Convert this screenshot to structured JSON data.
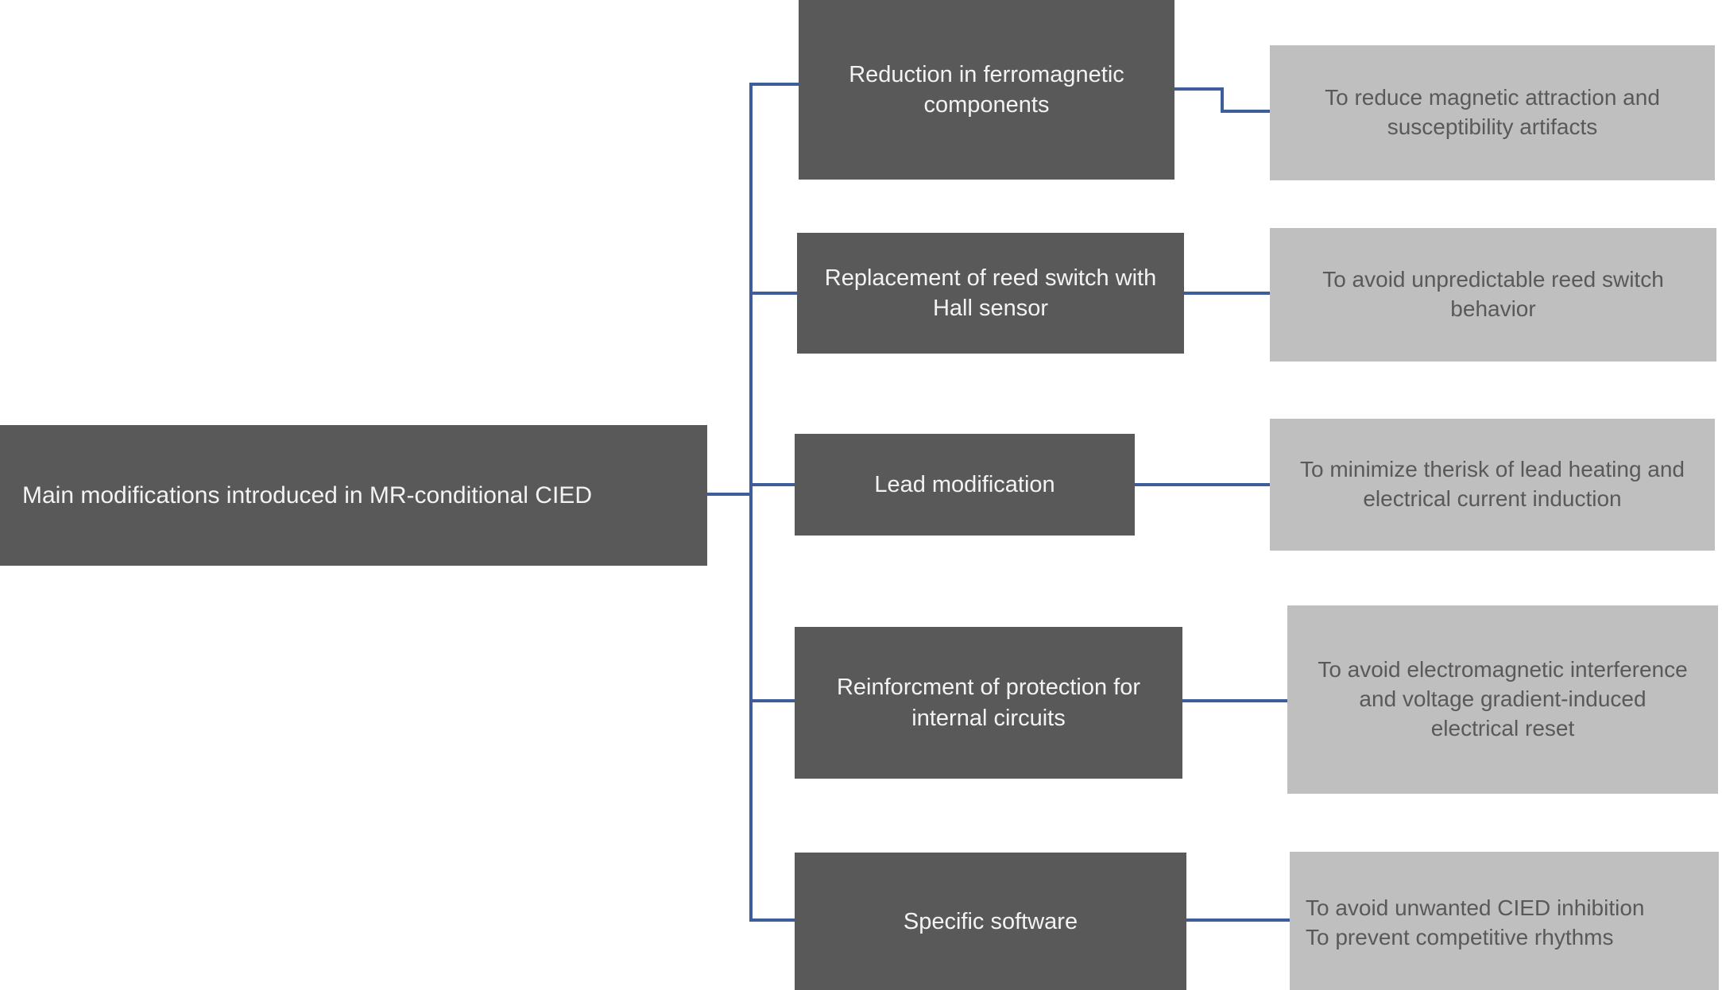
{
  "diagram": {
    "title_node": {
      "label": "Main modifications introduced in MR-conditional CIED"
    },
    "branches": [
      {
        "modification": "Reduction in ferromagnetic\ncomponents",
        "purpose": "To reduce magnetic attraction and\nsusceptibility artifacts"
      },
      {
        "modification": "Replacement of reed switch with\nHall sensor",
        "purpose": "To avoid unpredictable reed switch\nbehavior"
      },
      {
        "modification": "Lead modification",
        "purpose": "To minimize therisk of lead heating and\nelectrical current induction"
      },
      {
        "modification": "Reinforcment of protection for\ninternal circuits",
        "purpose": "To avoid electromagnetic interference\nand voltage gradient-induced\nelectrical reset"
      },
      {
        "modification": "Specific software",
        "purpose": "To avoid unwanted CIED inhibition\nTo prevent competitive rhythms"
      }
    ],
    "colors": {
      "modification_node_fill": "#595959",
      "purpose_node_fill": "#BFBFBF",
      "connector": "#3E5E9B",
      "modification_text": "#F5F3F2",
      "purpose_text": "#595959",
      "background": "#FFFFFF"
    }
  }
}
